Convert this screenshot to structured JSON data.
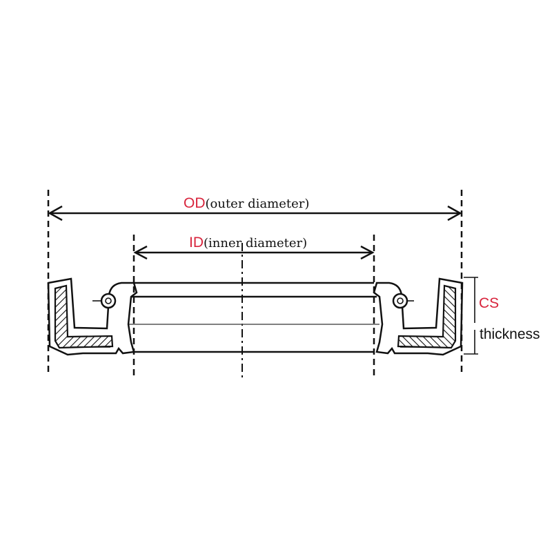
{
  "labels": {
    "od_abbr": "OD",
    "od_text": "(outer diameter)",
    "id_abbr": "ID",
    "id_text": "(inner diameter)",
    "cs": "CS",
    "thickness": "thickness"
  },
  "colors": {
    "accent": "#d8243c",
    "line": "#111111"
  }
}
